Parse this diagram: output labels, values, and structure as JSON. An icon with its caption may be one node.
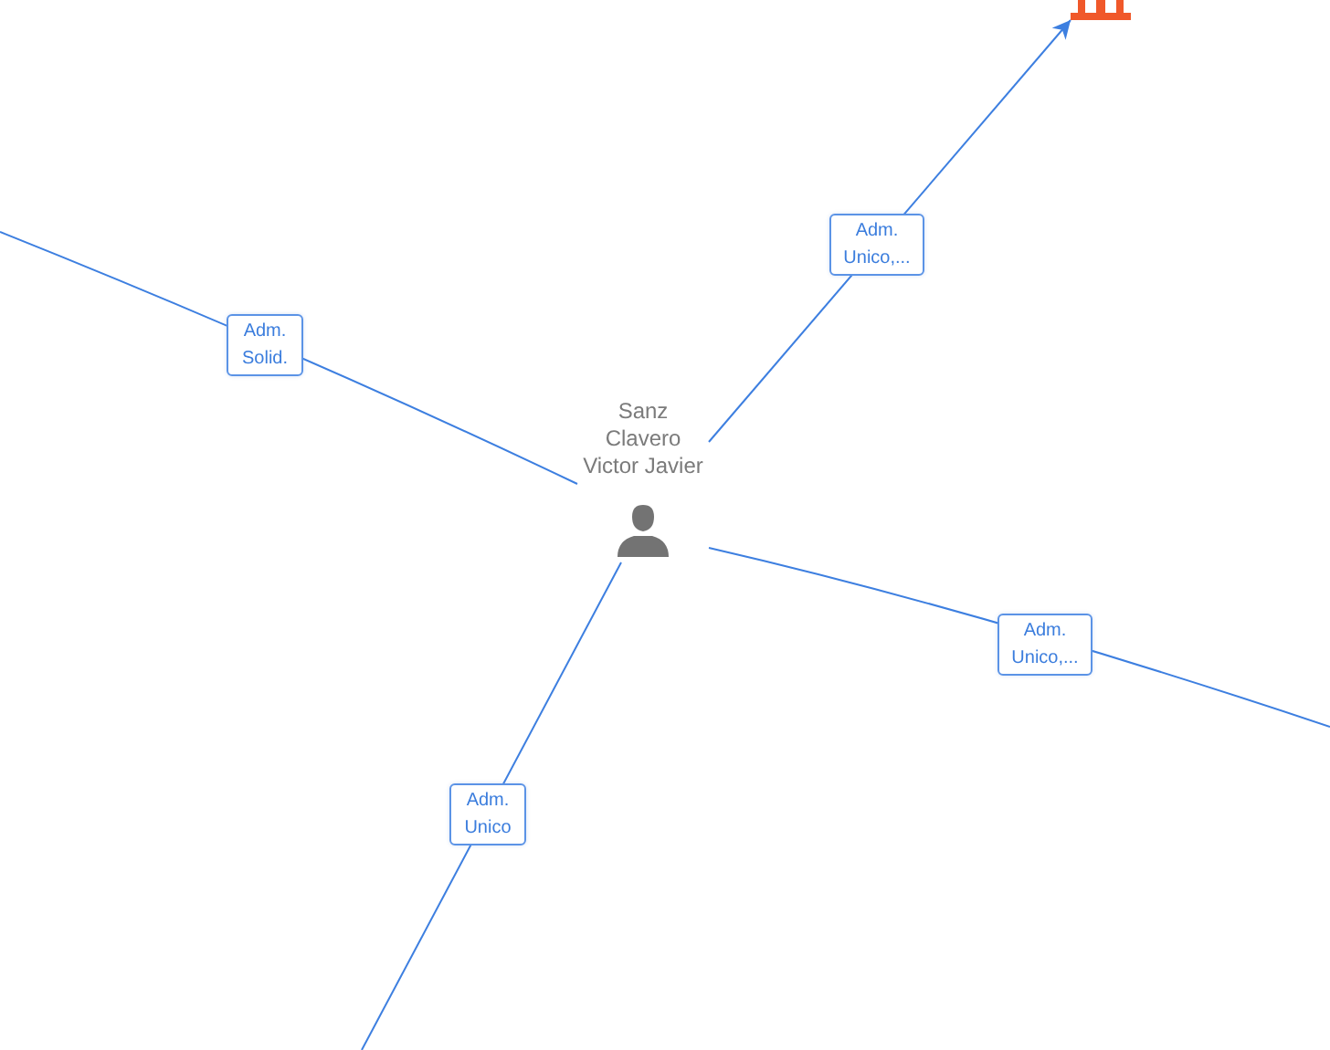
{
  "diagram": {
    "nodes": [
      {
        "text": [
          "Sanz Clavero Victor Javier"
        ]
      },
      {
        "text": [],
        "shape": "picture"
      }
    ],
    "edges": [
      {
        "from": 0,
        "to": 1,
        "arrow": "to",
        "label": "Adm. Unico,..."
      },
      {
        "from": 0,
        "to": null,
        "arrow": "none",
        "label": "Adm. Solid."
      },
      {
        "from": 0,
        "to": null,
        "arrow": "none",
        "label": "Adm. Unico,..."
      },
      {
        "from": 0,
        "to": null,
        "arrow": "none",
        "label": "Adm. Unico"
      }
    ]
  }
}
